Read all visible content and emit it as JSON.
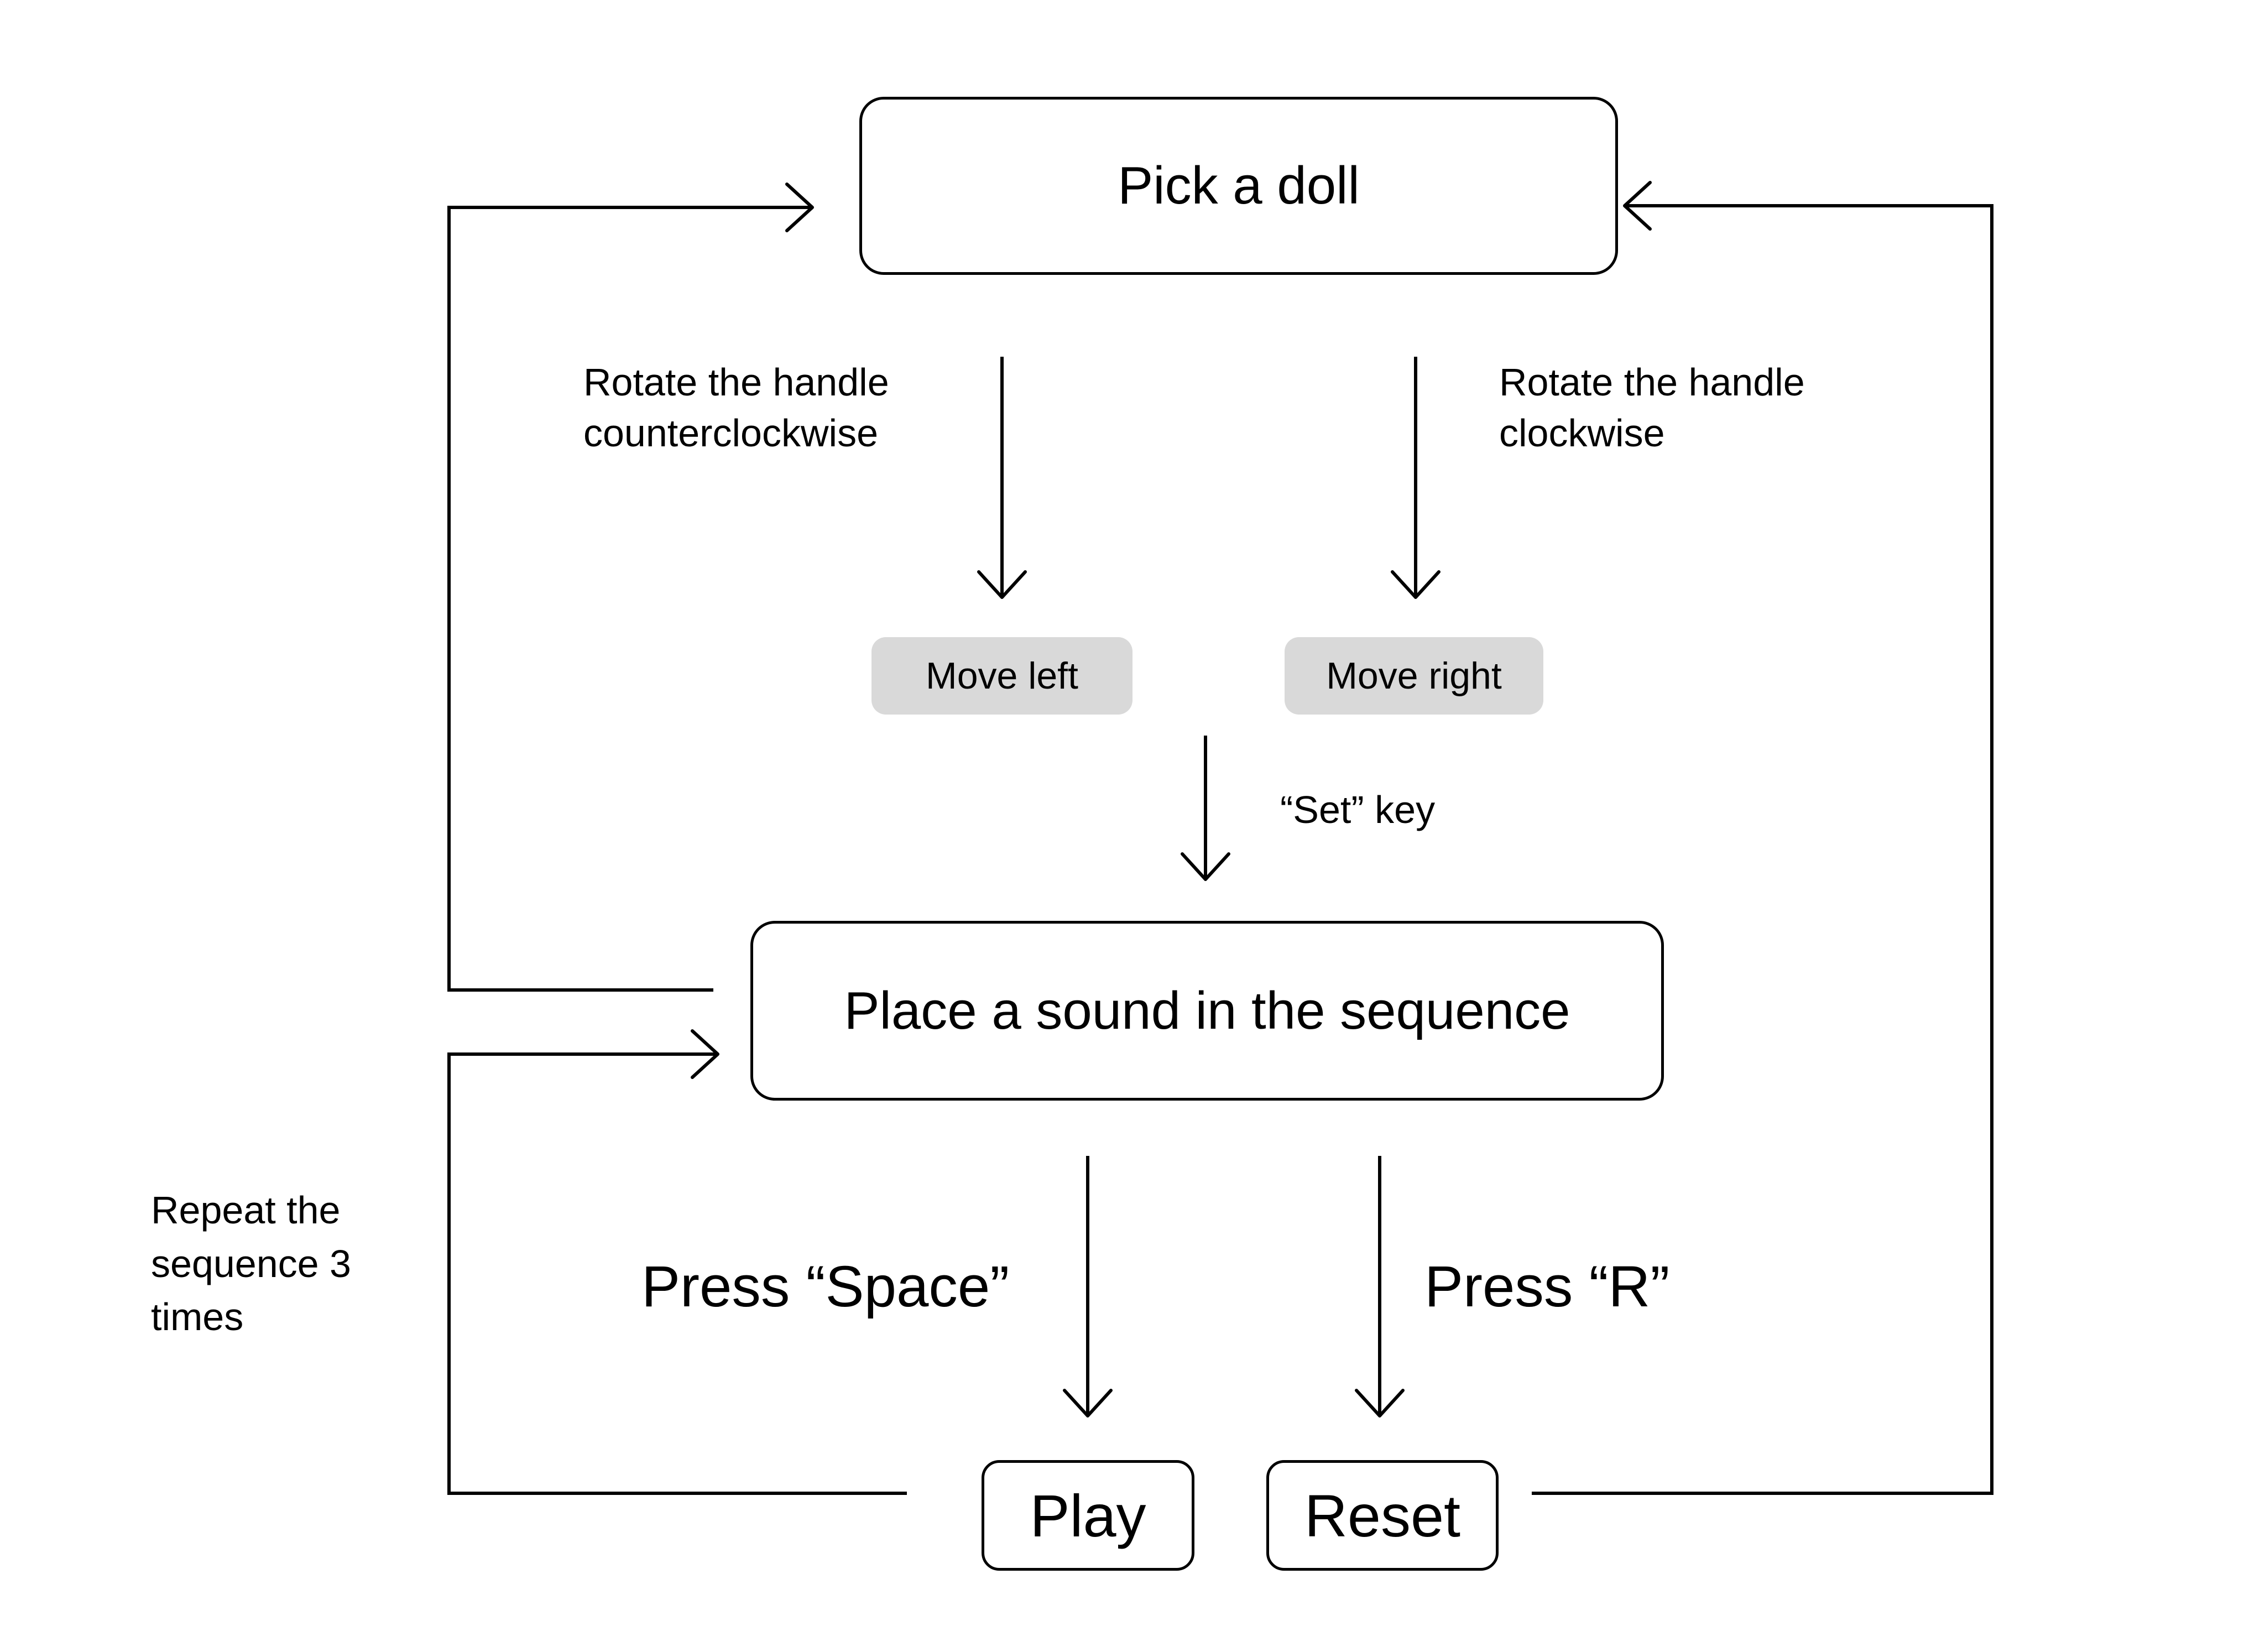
{
  "diagram": {
    "title": "",
    "nodes": {
      "pick_doll": {
        "label": "Pick a doll"
      },
      "move_left": {
        "label": "Move left"
      },
      "move_right": {
        "label": "Move right"
      },
      "place_sound": {
        "label": "Place a sound in the sequence"
      },
      "play": {
        "label": "Play"
      },
      "reset": {
        "label": "Reset"
      }
    },
    "edge_labels": {
      "rotate_ccw": "Rotate the handle\ncounterclockwise",
      "rotate_cw": "Rotate the handle\nclockwise",
      "set_key": "“Set” key",
      "press_space": "Press “Space”",
      "press_r": "Press “R”",
      "repeat_loop": "Repeat the\nsequence 3\ntimes"
    },
    "colors": {
      "background": "#ffffff",
      "line": "#000000",
      "text": "#000000",
      "box_fill": "#ffffff",
      "box_border": "#000000",
      "key_fill": "#d9d9d9"
    }
  }
}
